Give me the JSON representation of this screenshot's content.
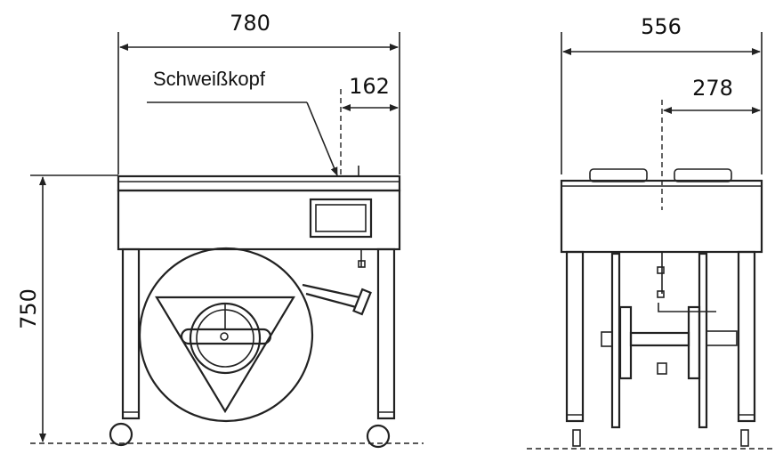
{
  "drawing": {
    "front_view": {
      "width_dim": "780",
      "head_offset_dim": "162",
      "height_dim": "750",
      "callout_label": "Schweißkopf"
    },
    "side_view": {
      "width_dim": "556",
      "half_width_dim": "278"
    }
  }
}
